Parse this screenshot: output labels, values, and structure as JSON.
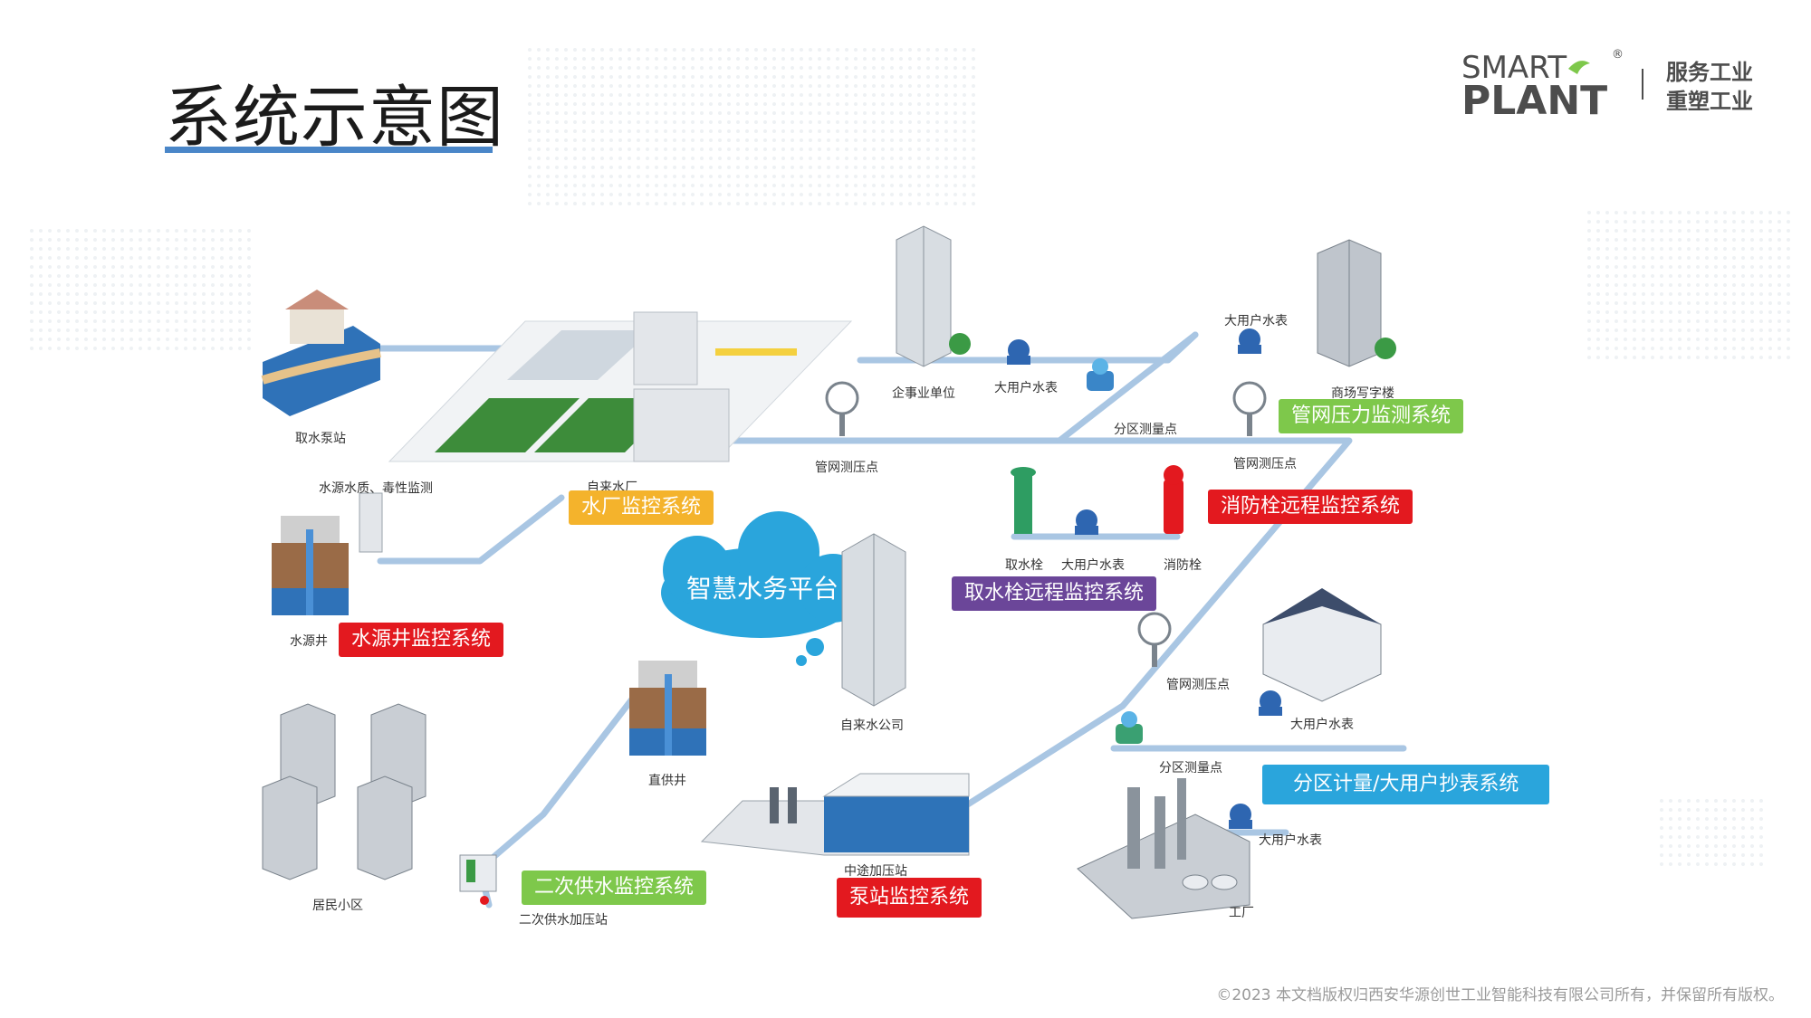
{
  "title": "系统示意图",
  "logo": {
    "brand_top": "SMART",
    "brand_bottom": "PLANT",
    "registered": "®",
    "slogan_line1": "服务工业",
    "slogan_line2": "重塑工业"
  },
  "labels": {
    "intake_pump": "取水泵站",
    "water_quality": "水源水质、毒性监测",
    "waterworks": "自来水厂",
    "source_well": "水源井",
    "pipe_pressure_1": "管网测压点",
    "enterprise": "企事业单位",
    "big_meter_1": "大用户水表",
    "zone_meter_1": "分区测量点",
    "big_meter_2": "大用户水表",
    "commercial": "商场写字楼",
    "pipe_pressure_2": "管网测压点",
    "hydrant_intake": "取水栓",
    "big_meter_3": "大用户水表",
    "fire_hydrant": "消防栓",
    "water_company": "自来水公司",
    "pipe_pressure_3": "管网测压点",
    "big_meter_4": "大用户水表",
    "zone_meter_2": "分区测量点",
    "big_meter_5": "大用户水表",
    "factory": "工厂",
    "direct_well": "直供井",
    "residential": "居民小区",
    "booster_secondary": "二次供水加压站",
    "booster_mid": "中途加压站",
    "platform": "智慧水务平台"
  },
  "systems": {
    "waterworks_monitor": "水厂监控系统",
    "pipe_pressure_monitor": "管网压力监测系统",
    "hydrant_remote": "消防栓远程监控系统",
    "intake_hydrant_remote": "取水栓远程监控系统",
    "well_monitor": "水源井监控系统",
    "zone_metering": "分区计量/大用户抄表系统",
    "secondary_supply": "二次供水监控系统",
    "pump_station": "泵站监控系统"
  },
  "colors": {
    "red": "#e3191f",
    "green": "#7ec84b",
    "orange": "#f4b32c",
    "purple": "#6b4699",
    "blue": "#2aa5dc",
    "pipe": "#a9c6e3",
    "title_underline": "#4a86c8"
  },
  "copyright": "©2023 本文档版权归西安华源创世工业智能科技有限公司所有，并保留所有版权。"
}
